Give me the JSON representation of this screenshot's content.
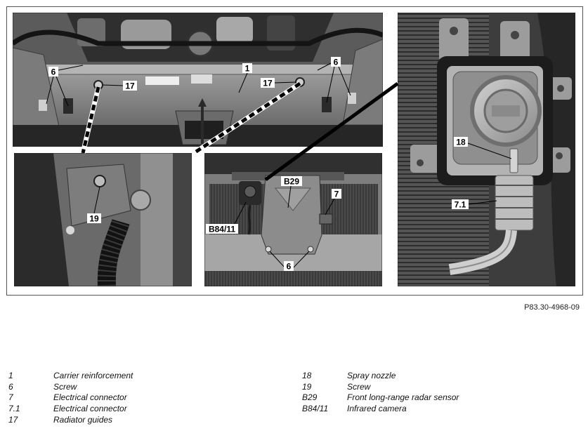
{
  "figure": {
    "callouts": {
      "top_carrier": "1",
      "top_screws_left": "6",
      "top_screws_right": "6",
      "top_guide_left": "17",
      "top_guide_right": "17",
      "lower_left_screw": "19",
      "radar_sensor": "B29",
      "connector": "7",
      "infrared_camera": "B84/11",
      "radar_screws": "6",
      "spray_nozzle": "18",
      "camera_connector": "7.1"
    },
    "reference": "P83.30-4968-09"
  },
  "legend": {
    "left": [
      {
        "code": "1",
        "description": "Carrier reinforcement"
      },
      {
        "code": "6",
        "description": "Screw"
      },
      {
        "code": "7",
        "description": "Electrical connector"
      },
      {
        "code": "7.1",
        "description": "Electrical connector"
      },
      {
        "code": "17",
        "description": "Radiator guides"
      }
    ],
    "right": [
      {
        "code": "18",
        "description": "Spray nozzle"
      },
      {
        "code": "19",
        "description": "Screw"
      },
      {
        "code": "B29",
        "description": "Front long-range radar sensor"
      },
      {
        "code": "B84/11",
        "description": "Infrared camera"
      }
    ]
  }
}
